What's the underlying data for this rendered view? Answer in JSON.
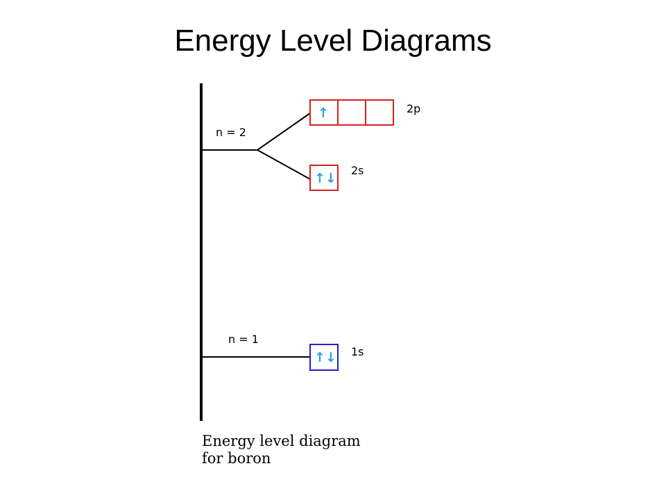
{
  "title": "Energy Level Diagrams",
  "levels": {
    "n2_label": "n = 2",
    "n1_label": "n = 1"
  },
  "orbitals": [
    {
      "id": "2p",
      "label": "2p",
      "boxes": [
        "↑",
        "",
        ""
      ],
      "color": "#d42020"
    },
    {
      "id": "2s",
      "label": "2s",
      "boxes": [
        "↑↓"
      ],
      "color": "#d42020"
    },
    {
      "id": "1s",
      "label": "1s",
      "boxes": [
        "↑↓"
      ],
      "color": "#2020c8"
    }
  ],
  "spin_color": "#2aa0e8",
  "caption": {
    "line1": "Energy level diagram",
    "line2": "for boron"
  }
}
